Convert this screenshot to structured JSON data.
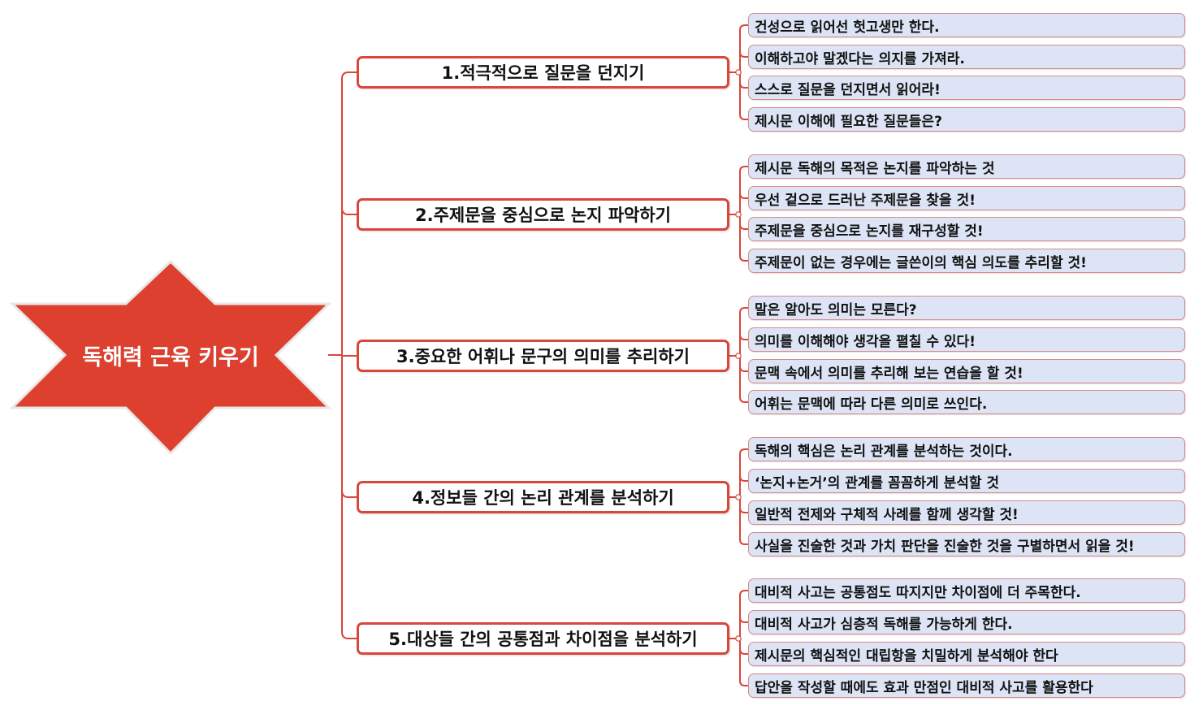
{
  "central": {
    "title": "독해력 근육 키우기",
    "color": "#de4030"
  },
  "colors": {
    "line": "#d9463a",
    "leaf_fill": "#dce4f5",
    "leaf_border": "#d98a8a",
    "main_border": "#d9463a"
  },
  "branches": [
    {
      "label": "1.적극적으로 질문을 던지기",
      "items": [
        "건성으로 읽어선 헛고생만 한다.",
        "이해하고야 말겠다는 의지를 가져라.",
        "스스로 질문을 던지면서 읽어라!",
        "제시문 이해에 필요한 질문들은?"
      ]
    },
    {
      "label": "2.주제문을 중심으로 논지 파악하기",
      "items": [
        "제시문 독해의 목적은 논지를 파악하는 것",
        "우선 겉으로 드러난 주제문을 찾을 것!",
        "주제문을 중심으로 논지를 재구성할 것!",
        "주제문이 없는 경우에는 글쓴이의 핵심 의도를 추리할 것!"
      ]
    },
    {
      "label": "3.중요한 어휘나 문구의 의미를 추리하기",
      "items": [
        "말은 알아도 의미는 모른다?",
        "의미를 이해해야 생각을 펼칠 수 있다!",
        "문맥 속에서 의미를 추리해 보는 연습을 할 것!",
        "어휘는 문맥에 따라 다른 의미로 쓰인다."
      ]
    },
    {
      "label": "4.정보들 간의 논리 관계를 분석하기",
      "items": [
        "독해의 핵심은 논리 관계를 분석하는 것이다.",
        "‘논지+논거’의 관계를 꼼꼼하게 분석할 것",
        "일반적 전제와 구체적 사례를 함께 생각할 것!",
        "사실을 진술한 것과 가치 판단을 진술한 것을 구별하면서 읽을 것!"
      ]
    },
    {
      "label": "5.대상들 간의 공통점과 차이점을 분석하기",
      "items": [
        "대비적 사고는 공통점도 따지지만 차이점에 더 주목한다.",
        "대비적 사고가 심층적 독해를 가능하게 한다.",
        "제시문의 핵심적인 대립항을 치밀하게 분석해야 한다",
        "답안을 작성할 때에도 효과 만점인 대비적 사고를 활용한다"
      ]
    }
  ]
}
